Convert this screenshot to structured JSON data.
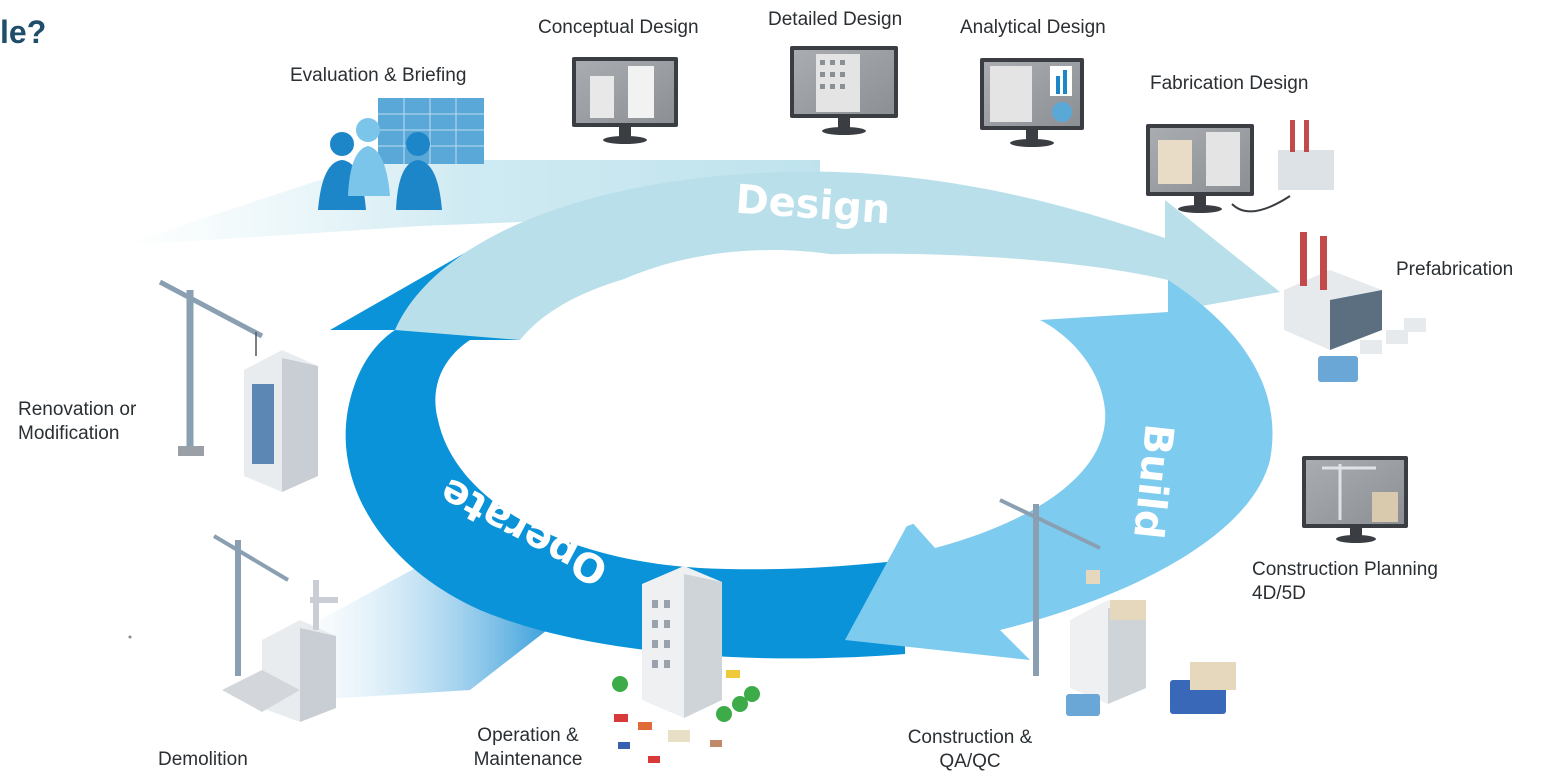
{
  "header": {
    "title_fragment": "le?"
  },
  "phases": {
    "design": "Design",
    "build": "Build",
    "operate": "Operate"
  },
  "stages": {
    "evaluation": "Evaluation & Briefing",
    "conceptual": "Conceptual Design",
    "detailed": "Detailed Design",
    "analytical": "Analytical Design",
    "fabrication": "Fabrication Design",
    "prefabrication": "Prefabrication",
    "planning_line1": "Construction Planning",
    "planning_line2": "4D/5D",
    "construction_line1": "Construction &",
    "construction_line2": "QA/QC",
    "operation_line1": "Operation &",
    "operation_line2": "Maintenance",
    "demolition": "Demolition",
    "renovation_line1": "Renovation or",
    "renovation_line2": "Modification"
  },
  "colors": {
    "design_arc": "#b9e0ea",
    "build_arc": "#7ecbf0",
    "operate_arc": "#0a93d8",
    "title": "#1f4e6b"
  }
}
